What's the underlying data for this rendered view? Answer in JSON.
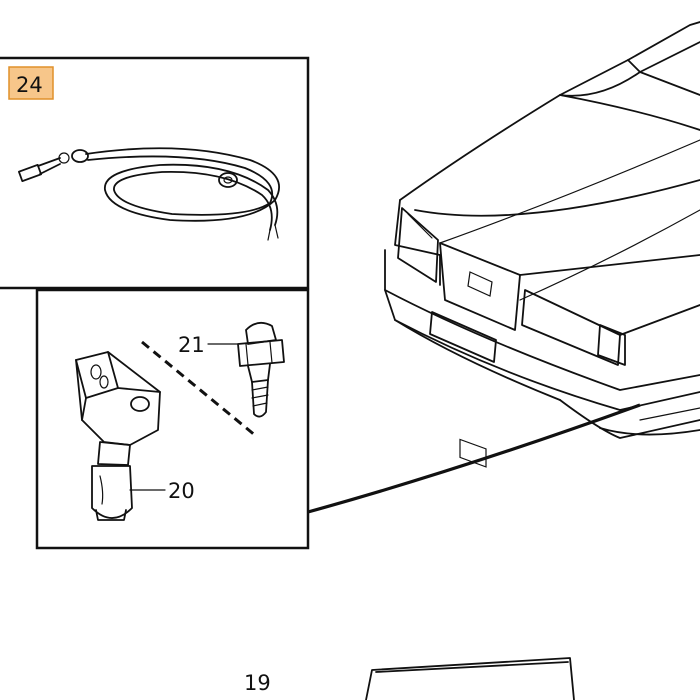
{
  "callouts": {
    "part_24": "24",
    "part_21": "21",
    "part_20": "20",
    "part_partial": "19"
  },
  "colors": {
    "callout_highlight": "#f7c68a",
    "callout_border": "#e0902a",
    "line": "#111111",
    "background": "#ffffff"
  }
}
